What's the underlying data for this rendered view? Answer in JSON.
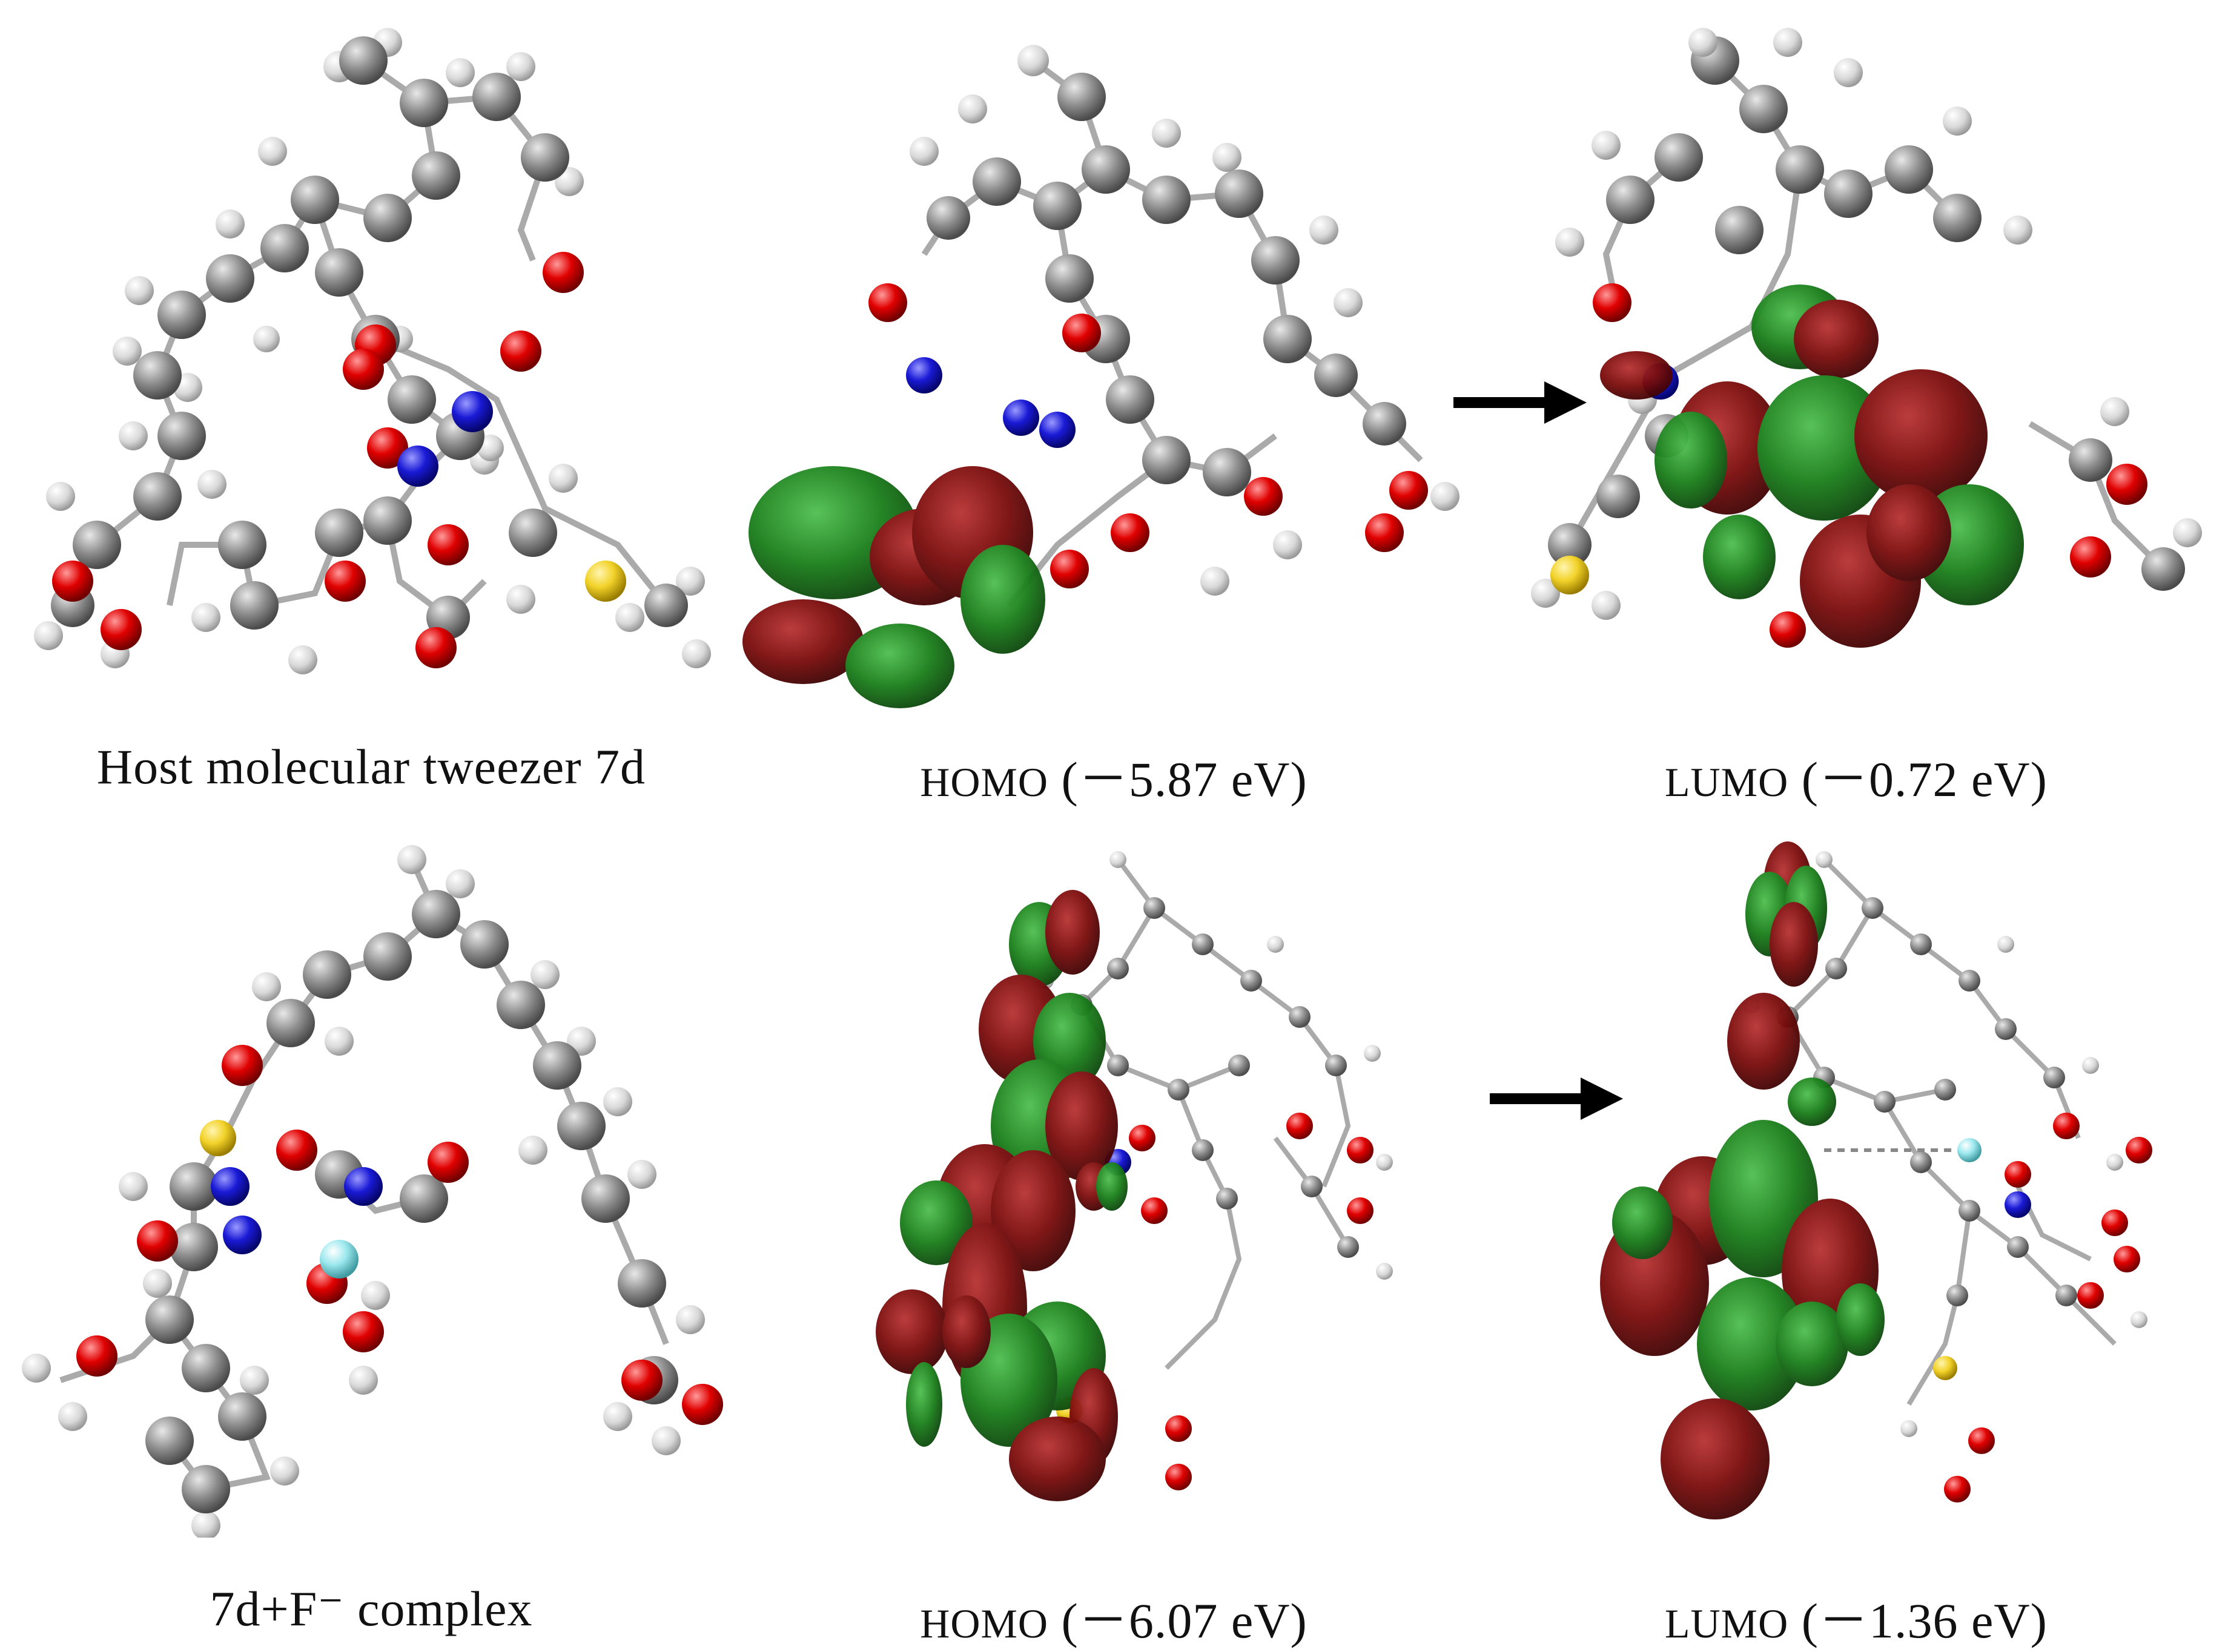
{
  "panels": [
    {
      "caption": "Host molecular tweezer 7d"
    },
    {
      "caption_prefix": "HOMO",
      "caption_value": "(－5.87 eV)"
    },
    {
      "caption_prefix": "LUMO",
      "caption_value": "(－0.72 eV)"
    },
    {
      "caption": "7d+F⁻ complex"
    },
    {
      "caption_prefix": "HOMO",
      "caption_value": "(－6.07 eV)"
    },
    {
      "caption_prefix": "LUMO",
      "caption_value": "(－1.36 eV)"
    }
  ],
  "colors": {
    "carbon": "#8c8c8c",
    "hydrogen": "#e6e6e6",
    "oxygen": "#d40000",
    "nitrogen": "#1a1ad6",
    "sulfur": "#f2d22a",
    "fluorine": "#9be8ee",
    "orbital_positive": "#1a7f1a",
    "orbital_negative": "#7a0b0b",
    "bond": "#aaaaaa",
    "arrow": "#000000"
  },
  "icons": {
    "transition_arrow": "right-arrow-icon"
  }
}
